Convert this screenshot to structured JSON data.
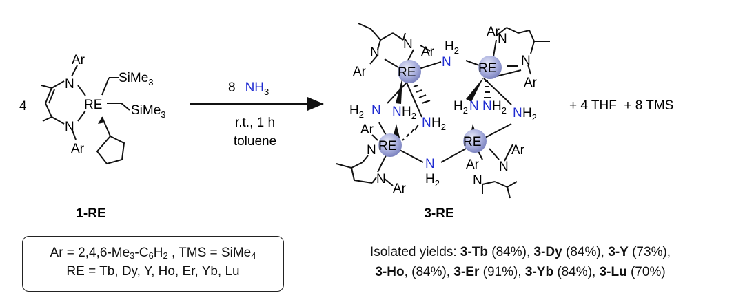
{
  "reactant": {
    "coefficient": "4",
    "label": "1-RE",
    "atoms": {
      "ar": "Ar",
      "n": "N",
      "re": "RE",
      "sime3": "SiMe",
      "sime3_sub": "3"
    }
  },
  "arrow": {
    "reagent_count": "8",
    "reagent_main": "NH",
    "reagent_sub": "3",
    "condition_1": "r.t., 1 h",
    "condition_2": "toluene"
  },
  "product": {
    "label": "3-RE",
    "atoms": {
      "ar": "Ar",
      "n": "N",
      "h": "H",
      "h_sub": "2",
      "re": "RE"
    }
  },
  "byproducts": "+ 4 THF  + 8 TMS",
  "legend": {
    "line1_ar": "Ar = 2,4,6-Me",
    "line1_ar_sub1": "3",
    "line1_ar_mid": "-C",
    "line1_ar_sub2": "6",
    "line1_ar_h": "H",
    "line1_ar_sub3": "2",
    "line1_tms": " , TMS = SiMe",
    "line1_tms_sub": "4",
    "line2": "RE = Tb, Dy, Y, Ho, Er, Yb, Lu"
  },
  "yields": {
    "prefix": "Isolated yields: ",
    "items": [
      {
        "compound": "3-Tb",
        "value": " (84%), "
      },
      {
        "compound": "3-Dy",
        "value": " (84%), "
      },
      {
        "compound": "3-Y",
        "value": " (73%),"
      },
      {
        "compound": "3-Ho",
        "value": ", (84%), "
      },
      {
        "compound": "3-Er",
        "value": " (91%), "
      },
      {
        "compound": "3-Yb",
        "value": " (84%), "
      },
      {
        "compound": "3-Lu",
        "value": " (70%)"
      }
    ]
  },
  "colors": {
    "nitrogen_blue": "#1f2bd1",
    "re_sphere": "#aab0de"
  }
}
